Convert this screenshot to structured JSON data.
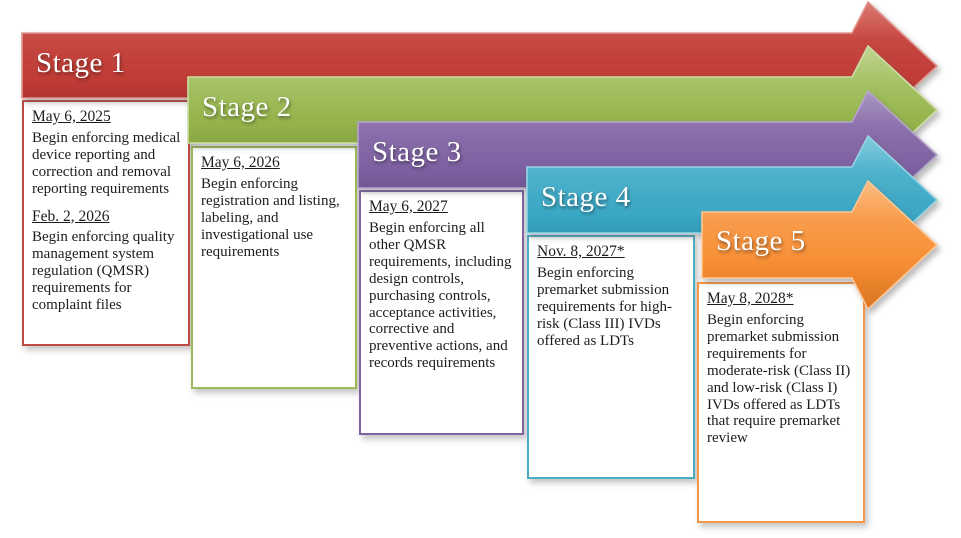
{
  "diagram": {
    "type": "staggered-process-arrows",
    "background": "#ffffff"
  },
  "stages": [
    {
      "label": "Stage 1",
      "color": "#bf3b35",
      "entries": [
        {
          "date": "May 6, 2025",
          "text": "Begin enforcing medical device reporting and correction and removal reporting requirements"
        },
        {
          "date": "Feb. 2, 2026",
          "text": "Begin enforcing quality management system regulation (QMSR) requirements for complaint files"
        }
      ]
    },
    {
      "label": "Stage 2",
      "color": "#9bbb59",
      "entries": [
        {
          "date": "May 6, 2026",
          "text": "Begin enforcing registration and listing, labeling, and investigational use requirements"
        }
      ]
    },
    {
      "label": "Stage 3",
      "color": "#8064a2",
      "entries": [
        {
          "date": "May 6, 2027",
          "text": "Begin enforcing all other QMSR requirements, including design controls, purchasing controls, acceptance activities, corrective and preventive actions, and records requirements"
        }
      ]
    },
    {
      "label": "Stage 4",
      "color": "#4bacc6",
      "entries": [
        {
          "date": "Nov. 8, 2027*",
          "text": "Begin enforcing premarket submission requirements for high-risk (Class III) IVDs offered as LDTs"
        }
      ]
    },
    {
      "label": "Stage 5",
      "color": "#f79646",
      "entries": [
        {
          "date": "May 8, 2028*",
          "text": "Begin enforcing premarket submission requirements for moderate-risk (Class II) and low-risk (Class I) IVDs offered as LDTs that require premarket review"
        }
      ]
    }
  ]
}
